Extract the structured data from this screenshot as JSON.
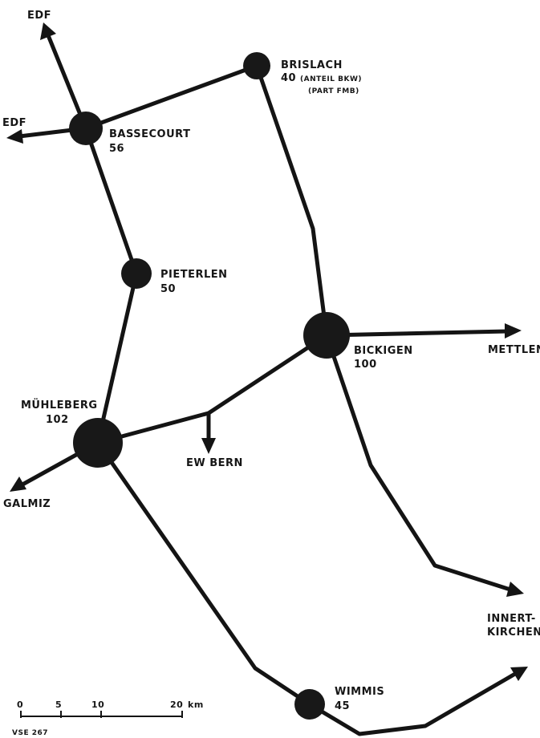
{
  "substations": {
    "brislach": {
      "name": "BRISLACH",
      "value": "40",
      "note1": "(ANTEIL BKW)",
      "note2": "(PART FMB)"
    },
    "bassecourt": {
      "name": "BASSECOURT",
      "value": "56"
    },
    "pieterlen": {
      "name": "PIETERLEN",
      "value": "50"
    },
    "bickigen": {
      "name": "BICKIGEN",
      "value": "100"
    },
    "muehleberg": {
      "name": "MÜHLEBERG",
      "value": "102"
    },
    "wimmis": {
      "name": "WIMMIS",
      "value": "45"
    }
  },
  "destinations": {
    "edf_north": "EDF",
    "edf_west": "EDF",
    "mettlen": "METTLEN",
    "ew_bern": "EW BERN",
    "galmiz": "GALMIZ",
    "innertkirchen_1": "INNERT-",
    "innertkirchen_2": "KIRCHEN"
  },
  "scale": {
    "ticks": [
      "0",
      "5",
      "10",
      "20"
    ],
    "unit": "km"
  },
  "reference": "VSE 267"
}
